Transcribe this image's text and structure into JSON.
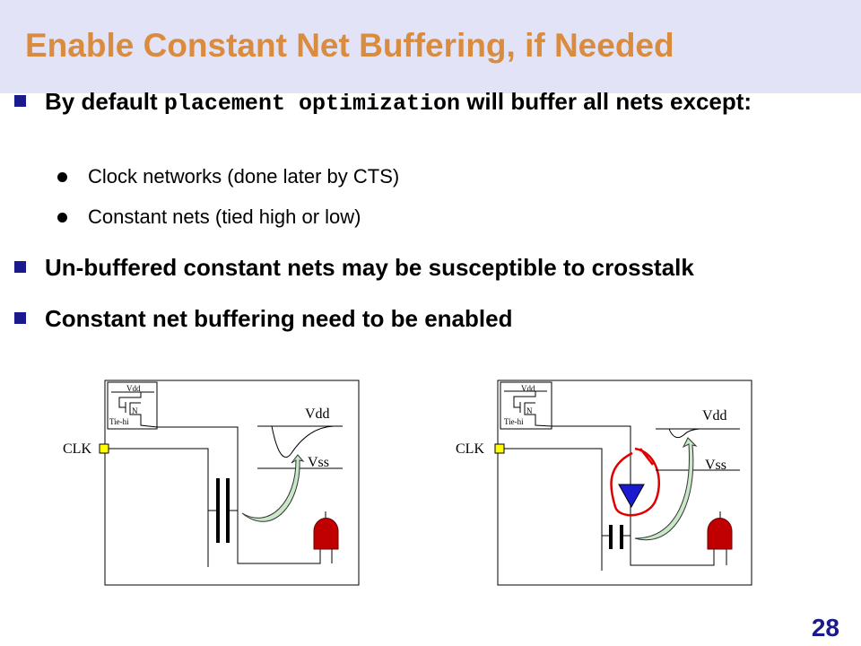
{
  "title": "Enable Constant Net Buffering, if Needed",
  "bullets": [
    {
      "pre": "By default ",
      "code": "placement optimization",
      "post": "  will buffer all nets except:"
    },
    {
      "text": "Un-buffered constant nets may be susceptible to crosstalk"
    },
    {
      "text": "Constant net buffering need to be enabled"
    }
  ],
  "sub_bullets": [
    "Clock networks (done later by CTS)",
    "Constant nets (tied high or low)"
  ],
  "diagram": {
    "clk": "CLK",
    "vdd": "Vdd",
    "vss": "Vss",
    "tie_vdd": "Vdd",
    "tie_n": "N",
    "tie_label": "Tie-hi"
  },
  "page_number": "28",
  "colors": {
    "title": "#d98c3e",
    "bullet": "#1a1a8c",
    "gate": "#c00000",
    "diode": "#1a1ad0",
    "arrow": "#c8e8c8"
  }
}
